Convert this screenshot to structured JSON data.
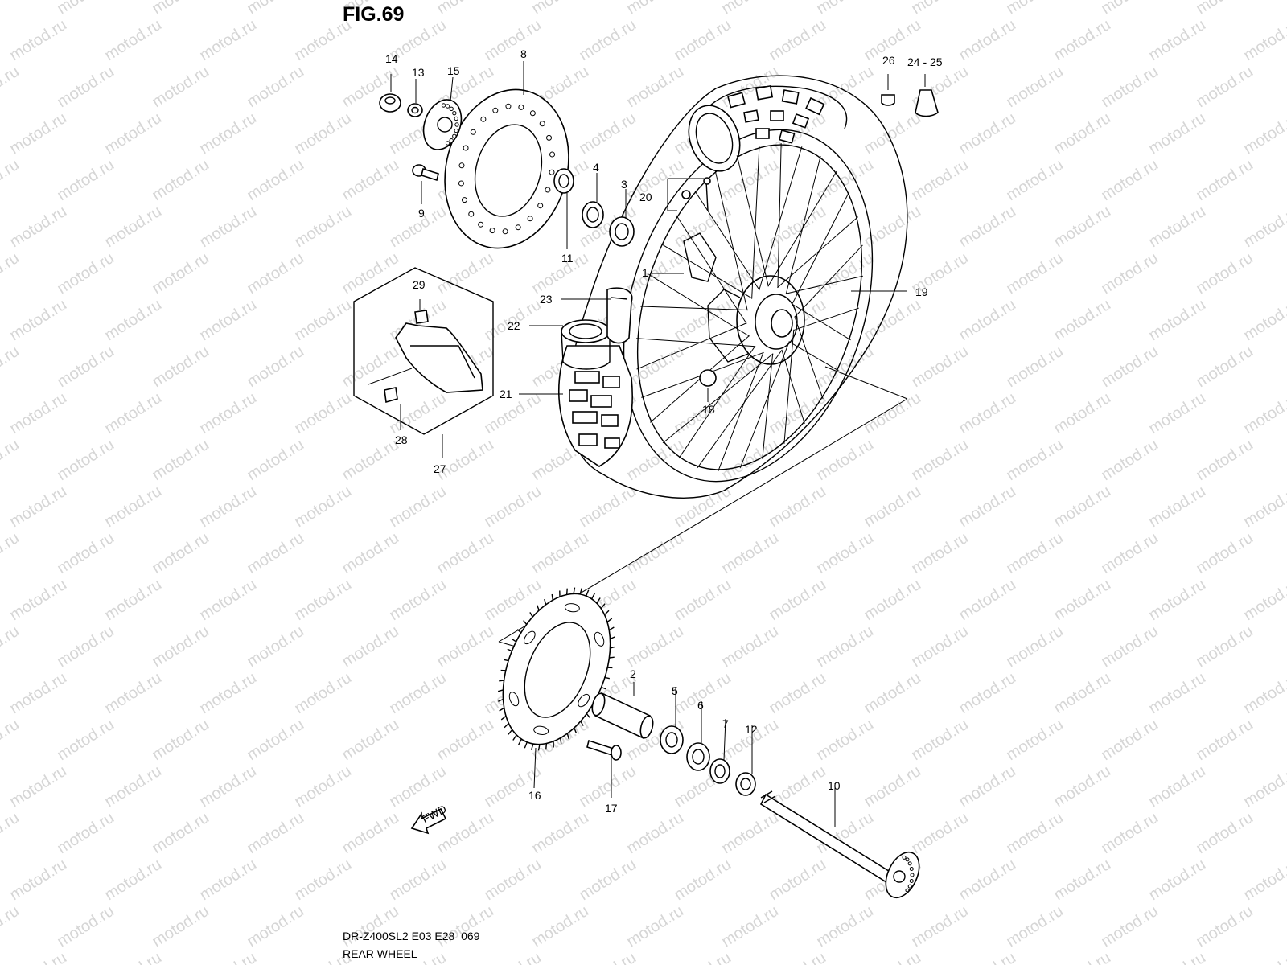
{
  "figure_title": "FIG.69",
  "model_code": "DR-Z400SL2 E03 E28_069",
  "section_name": "REAR WHEEL",
  "watermark": "motod.ru",
  "fwd_label": "FWD",
  "callouts": {
    "c1": "1",
    "c2": "2",
    "c3": "3",
    "c4": "4",
    "c5": "5",
    "c6": "6",
    "c7": "7",
    "c8": "8",
    "c9": "9",
    "c10": "10",
    "c11": "11",
    "c12": "12",
    "c13": "13",
    "c14": "14",
    "c15": "15",
    "c16": "16",
    "c17": "17",
    "c18": "18",
    "c19": "19",
    "c20": "20",
    "c21": "21",
    "c22": "22",
    "c23": "23",
    "c24_25": "24 - 25",
    "c26": "26",
    "c27": "27",
    "c28": "28",
    "c29": "29"
  }
}
